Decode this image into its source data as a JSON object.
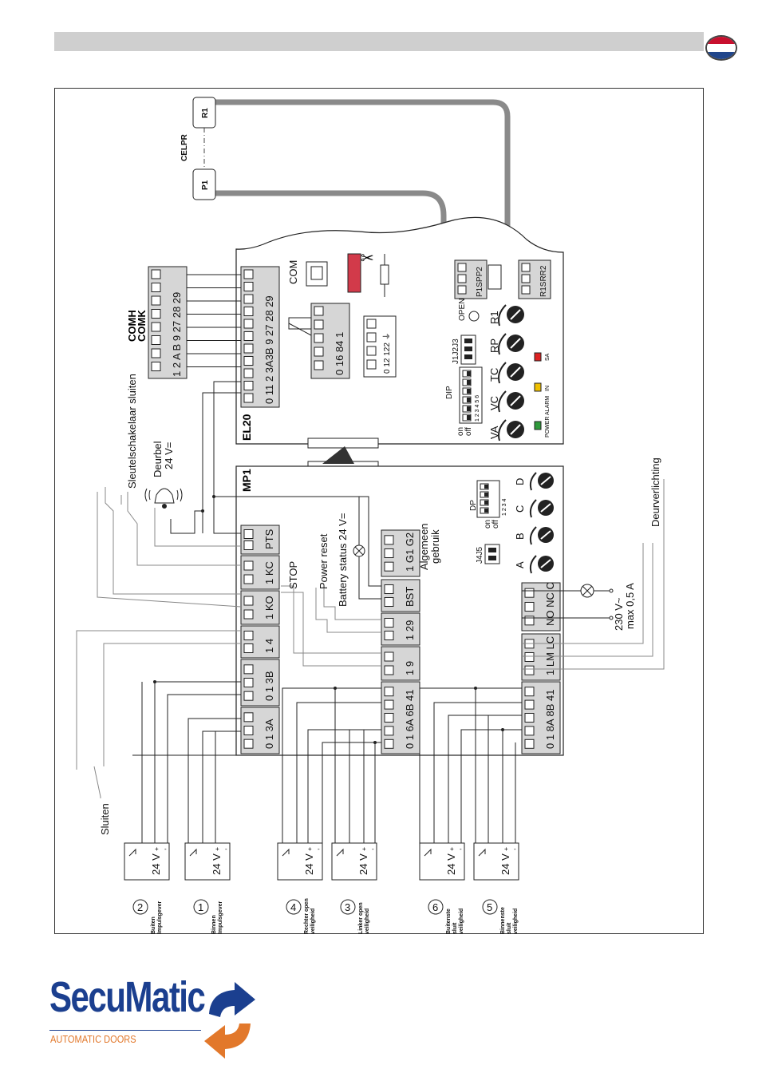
{
  "colors": {
    "header_bar": "#cfcfcf",
    "brand_blue": "#1b3f8f",
    "brand_orange": "#e2782b",
    "flag": [
      "#c8102e",
      "#ffffff",
      "#21468b"
    ],
    "led_green": "#2e9a3a",
    "led_yellow": "#f0c000",
    "led_red": "#d22"
  },
  "cable": {
    "name": "CELPR",
    "end_r": "R1",
    "end_p": "P1"
  },
  "el20": {
    "title": "EL20",
    "terminal_left": "0  11   2 3A3B 9 27 28 29",
    "terminal_mid": "0   16   84 1",
    "terminal_small": "0  12 122 ⏚",
    "com": "COM",
    "open": "OPEN",
    "jumpers": "J1J2J3",
    "dip": "DIP",
    "dip_on": "on",
    "dip_off": "off",
    "dip_nums": "1 2 3 4 5 6",
    "conn1": "P1SPP2",
    "conn2": "R1SRR2",
    "pots": [
      "VA",
      "VC",
      "TC",
      "RP",
      "R1"
    ],
    "leds": [
      "POWER ALARM",
      "IN",
      "SA"
    ]
  },
  "comk": {
    "title1": "COMH",
    "title2": "COMK",
    "terminal": "1  2  A  B  9  27 28 29"
  },
  "mp1": {
    "title": "MP1",
    "blocks_left": [
      "0  1 3A",
      "0  1 3B",
      "1  4",
      "1 KO",
      "1 KC",
      "PTS"
    ],
    "blocks_mid": [
      "0  1 6A 6B 41",
      "1  9",
      "1  29",
      "BST",
      "1 G1 G2"
    ],
    "blocks_right": [
      "0  1 8A 8B 41",
      "1  LM LC",
      "NO NC C"
    ],
    "pots": [
      "A",
      "B",
      "C",
      "D"
    ],
    "dp": "DP",
    "dp_on": "on",
    "dp_off": "off",
    "dp_nums": "1 2 3 4",
    "jumpers": "J4J5"
  },
  "labels": {
    "sleutel": "Sleutelschakelaar sluiten",
    "deurbel1": "Deurbel",
    "deurbel2": "24 V=",
    "stop": "STOP",
    "power_reset": "Power reset",
    "battery": "Battery status 24 V=",
    "algemeen1": "Algemeen",
    "algemeen2": "gebruik",
    "deurverlichting": "Deurverlichting",
    "v230": "230 V~",
    "max": "max 0,5 A",
    "sluiten": "Sluiten"
  },
  "devices": [
    {
      "num": "2",
      "name1": "Buiten",
      "name2": "Impulsgever",
      "voltage": "24 V"
    },
    {
      "num": "1",
      "name1": "Binnen",
      "name2": "Impulsgever",
      "voltage": "24 V"
    },
    {
      "num": "4",
      "name1": "Rechter open",
      "name2": "veiligheid",
      "voltage": "24 V"
    },
    {
      "num": "3",
      "name1": "Linker open",
      "name2": "veiligheid",
      "voltage": "24 V"
    },
    {
      "num": "6",
      "name1": "Buitenste",
      "name2": "sluit",
      "name3": "veiligheid",
      "voltage": "24 V"
    },
    {
      "num": "5",
      "name1": "Binnenste",
      "name2": "sluit",
      "name3": "veiligheid",
      "voltage": "24 V"
    }
  ],
  "logo": {
    "name": "SecuMatic",
    "tagline": "AUTOMATIC DOORS"
  }
}
